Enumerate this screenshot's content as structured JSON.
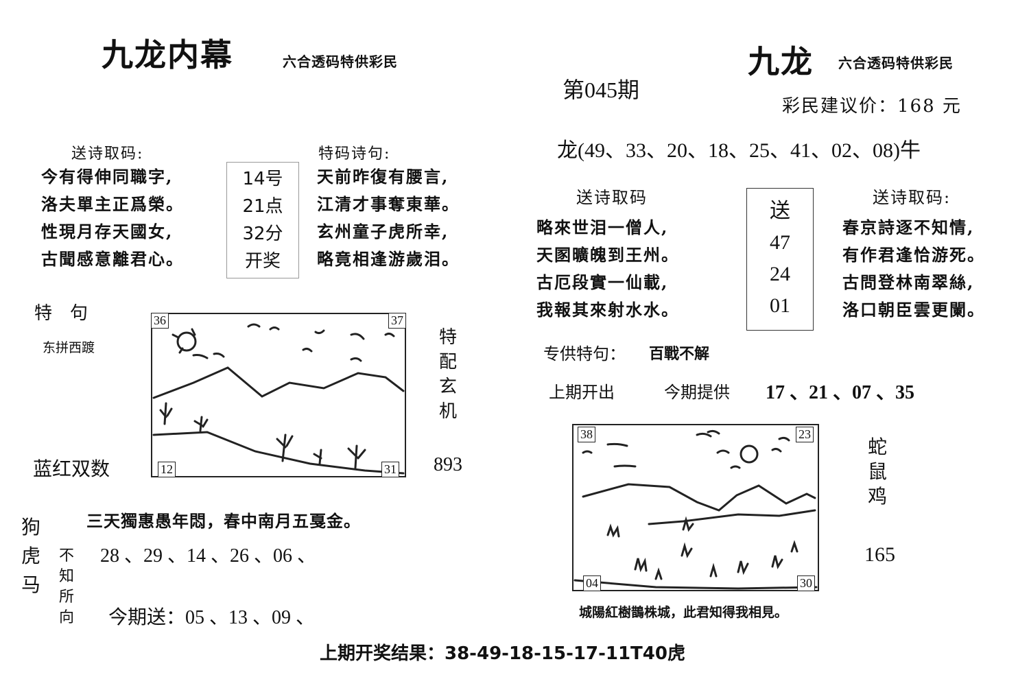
{
  "left": {
    "title": "九龙内幕",
    "subtitle": "六合透码特供彩民",
    "poem_heading": "送诗取码:",
    "poem": [
      "今有得伸同職字,",
      "洛夫單主正爲榮。",
      "性現月存天國女,",
      "古聞感意離君心。"
    ],
    "draw_box": [
      "14号",
      "21点",
      "32分",
      "开奖"
    ],
    "special_heading": "特码诗句:",
    "special_poem": [
      "天前昨復有腰言,",
      "江清才事奪東華。",
      "玄州童子虎所幸,",
      "略竟相逢游歲泪。"
    ],
    "te_ju_label": "特　句",
    "te_ju_text": "东拼西踱",
    "side_vertical": [
      "特",
      "配",
      "玄",
      "机"
    ],
    "picture_corners": {
      "top_left": "36",
      "top_right": "37",
      "bottom_left": "12",
      "bottom_right": "31"
    },
    "blue_red": "蓝红双数",
    "number_893": "893",
    "line_poem": "三天獨惠愚年悶，春中南月五戛金。",
    "animals": [
      "狗",
      "虎",
      "马"
    ],
    "unknown": [
      "不",
      "知",
      "所",
      "向"
    ],
    "numbers_row": "28 、29 、14 、26 、06 、",
    "today_send": "今期送：05 、13 、09 、"
  },
  "right": {
    "title": "九龙",
    "subtitle": "六合透码特供彩民",
    "issue": "第045期",
    "price": "彩民建议价：168 元",
    "dragon_line": "龙(49、33、20、18、25、41、02、08)牛",
    "poem_heading_left": "送诗取码",
    "poem_left": [
      "略來世泪一僧人,",
      "天圂曠魄到王州。",
      "古厄段實一仙載,",
      "我報其來射水水。"
    ],
    "send_box": [
      "送",
      "47",
      "24",
      "01"
    ],
    "poem_heading_right": "送诗取码:",
    "poem_right": [
      "春京詩逐不知情,",
      "有作君逢恰游死。",
      "古問登林南翠絲,",
      "洛口朝臣雲更闌。"
    ],
    "special_label": "专供特句：",
    "special_text": "百戰不解",
    "last_open_label": "上期开出",
    "provide_label": "今期提供",
    "provide_numbers": "17 、21 、07 、35",
    "picture_corners": {
      "top_left": "38",
      "top_right": "23",
      "bottom_left": "04",
      "bottom_right": "30"
    },
    "zodiac_vertical": [
      "蛇",
      "鼠",
      "鸡"
    ],
    "number_165": "165",
    "bottom_poem": "城陽紅樹鵲株城，此君知得我相見。"
  },
  "footer": {
    "result": "上期开奖结果：38-49-18-15-17-11T40虎"
  }
}
